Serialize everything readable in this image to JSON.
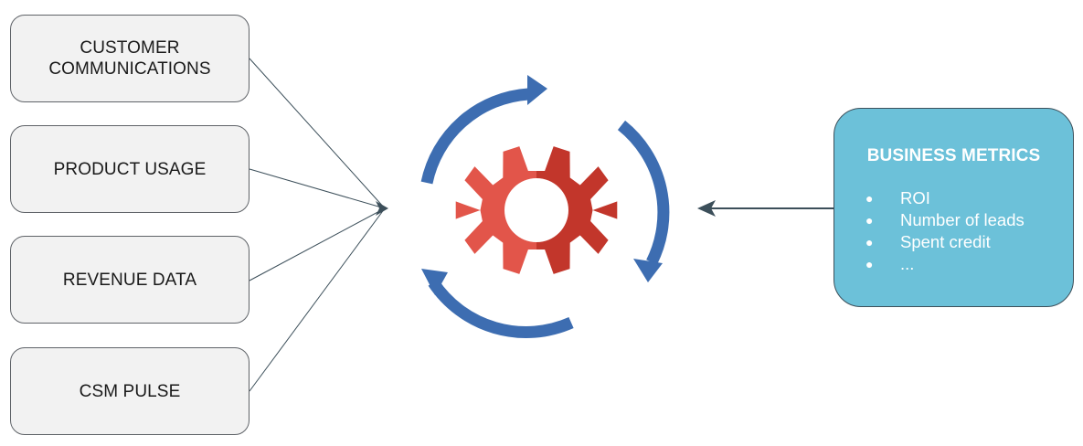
{
  "inputs": {
    "customer_communications": [
      "CUSTOMER",
      "COMMUNICATIONS"
    ],
    "product_usage": "PRODUCT USAGE",
    "revenue_data": "REVENUE DATA",
    "csm_pulse": "CSM PULSE"
  },
  "metrics": {
    "title": "BUSINESS METRICS",
    "items": [
      "ROI",
      "Number of leads",
      "Spent credit",
      "..."
    ]
  },
  "colors": {
    "box_fill": "#f2f2f2",
    "metrics_fill": "#6cc1d9",
    "gear_light": "#e2554a",
    "gear_dark": "#c2362b",
    "cycle_arrows": "#3d6db1",
    "connector": "#3c4f5a"
  },
  "icons": {
    "center": "gear-icon",
    "cycle": "circular-arrows-icon"
  }
}
